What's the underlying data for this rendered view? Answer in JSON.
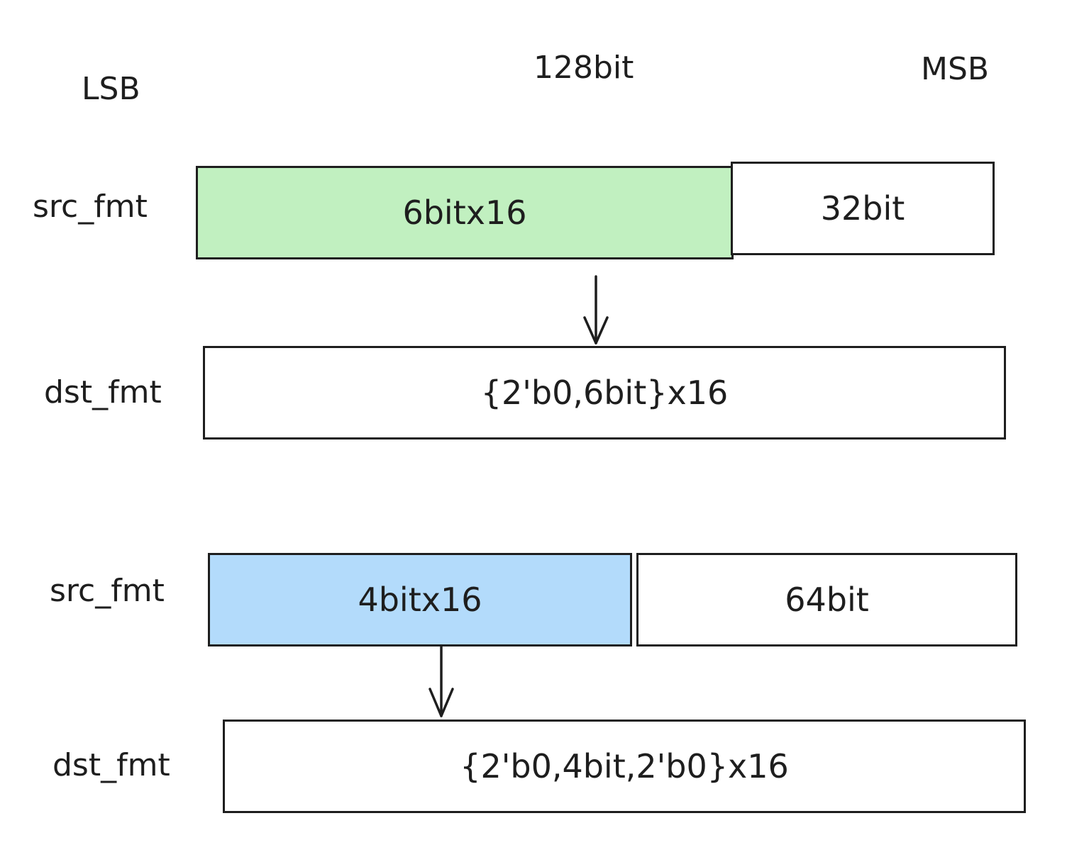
{
  "header": {
    "lsb": "LSB",
    "title": "128bit",
    "msb": "MSB"
  },
  "case1": {
    "src_label": "src_fmt",
    "src_fields": [
      {
        "text": "6bitx16",
        "fill": "#c1f0c0"
      },
      {
        "text": "32bit",
        "fill": "#ffffff"
      }
    ],
    "dst_label": "dst_fmt",
    "dst_text": "{2'b0,6bit}x16"
  },
  "case2": {
    "src_label": "src_fmt",
    "src_fields": [
      {
        "text": "4bitx16",
        "fill": "#b3dbfb"
      },
      {
        "text": "64bit",
        "fill": "#ffffff"
      }
    ],
    "dst_label": "dst_fmt",
    "dst_text": "{2'b0,4bit,2'b0}x16"
  },
  "colors": {
    "stroke": "#1e1e1e",
    "green_fill": "#c1f0c0",
    "blue_fill": "#b3dbfb"
  }
}
